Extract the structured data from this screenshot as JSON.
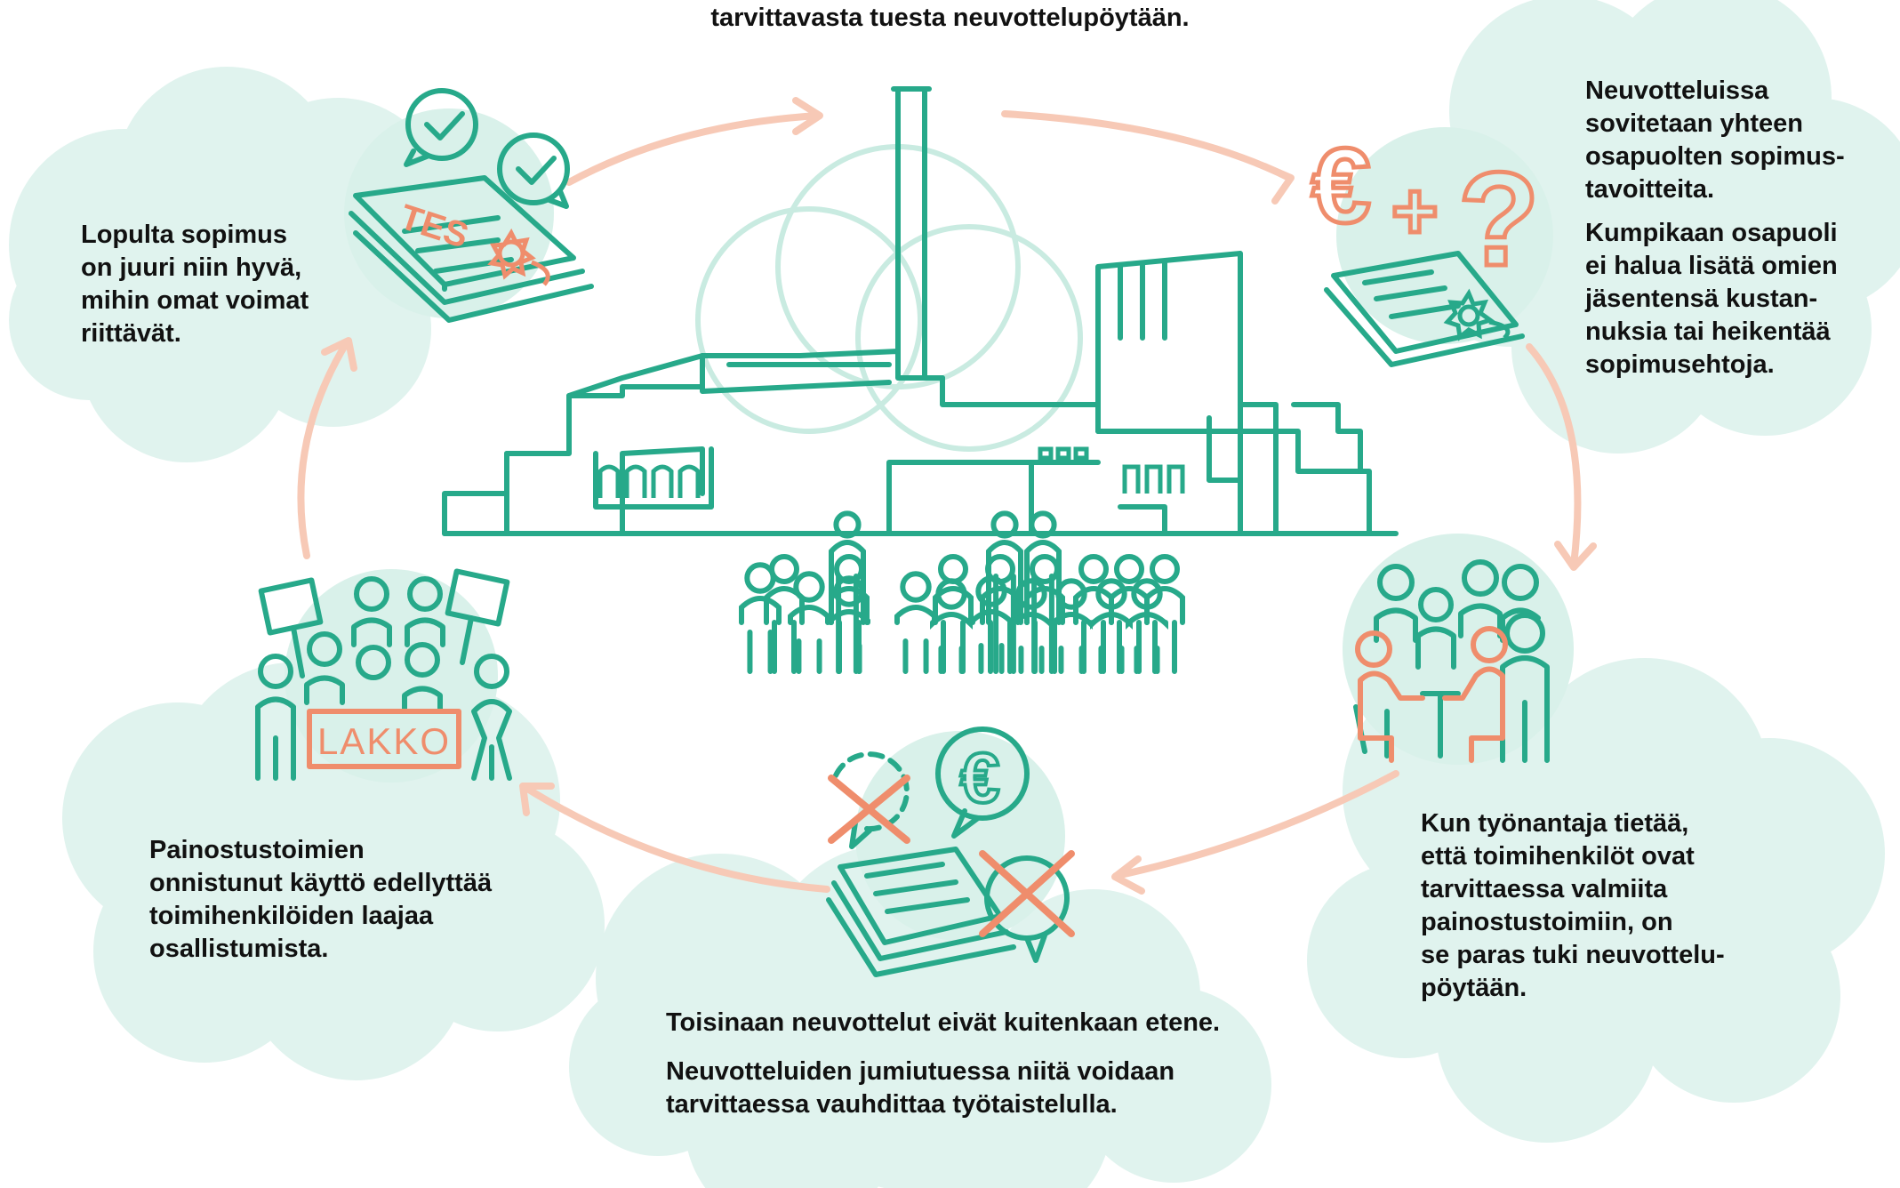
{
  "intro": {
    "text": "tarvittavasta tuesta neuvottelupöytään."
  },
  "steps": {
    "top_right": {
      "lines_a": [
        "Neuvotteluissa",
        "sovitetaan yhteen",
        "osapuolten sopimus-",
        "tavoitteita."
      ],
      "lines_b": [
        "Kumpikaan osapuoli",
        "ei halua lisätä omien",
        "jäsentensä kustan-",
        "nuksia tai heikentää",
        "sopimusehtoja."
      ]
    },
    "bottom_right": {
      "lines": [
        "Kun työnantaja tietää,",
        "että toimihenkilöt ovat",
        "tarvittaessa valmiita",
        "painostustoimiin, on",
        "se paras tuki neuvottelu-",
        "pöytään."
      ]
    },
    "bottom_center": {
      "line_a": "Toisinaan neuvottelut eivät kuitenkaan etene.",
      "lines_b": [
        "Neuvotteluiden jumiutuessa niitä voidaan",
        "tarvittaessa vauhdittaa työtaistelulla."
      ]
    },
    "bottom_left": {
      "lines": [
        "Painostustoimien",
        "onnistunut käyttö edellyttää",
        "toimihenkilöiden laajaa",
        "osallistumista."
      ]
    },
    "top_left": {
      "lines": [
        "Lopulta sopimus",
        "on juuri niin hyvä,",
        "mihin omat voimat",
        "riittävät."
      ]
    }
  },
  "icons": {
    "agreement": {
      "stamp_text": "TES"
    },
    "euro_question": {
      "symbols": [
        "€",
        "+",
        "?"
      ]
    },
    "strike": {
      "sign_text": "LAKKO"
    },
    "stalled": {
      "symbol": "€"
    }
  },
  "colors": {
    "teal": "#27a98a",
    "salmon": "#ef8d6c",
    "cloud": "#e0f3ee",
    "arrow": "#f7c9b6",
    "ring": "#c9ebe1"
  }
}
